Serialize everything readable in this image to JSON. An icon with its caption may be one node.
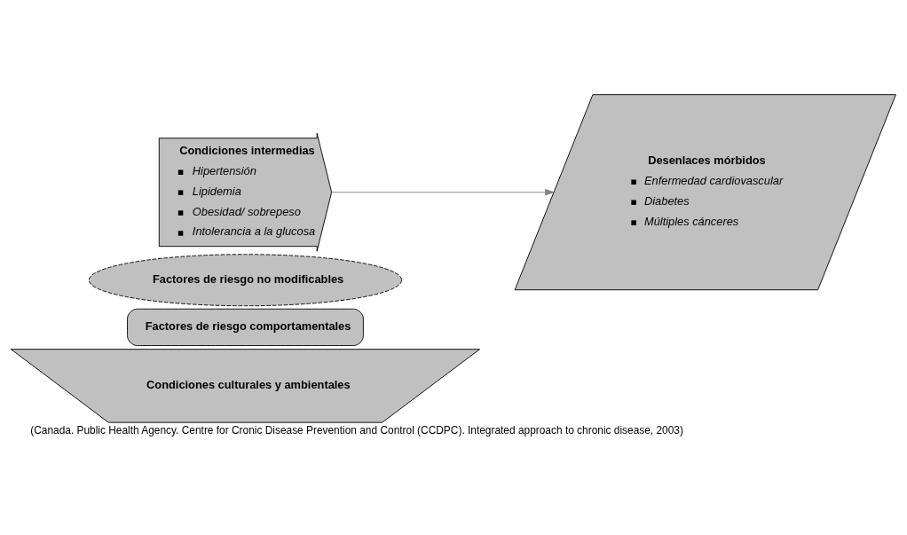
{
  "diagram": {
    "caption": "(Canada. Public Health Agency. Centre for Cronic Disease Prevention and Control (CCDPC). Integrated approach to chronic disease, 2003)",
    "nodes": [
      {
        "text": [
          "Condiciones culturales y ambientales"
        ]
      },
      {
        "text": [
          "Factores de riesgo comportamentales"
        ]
      },
      {
        "text": [
          "Factores de riesgo no modificables"
        ]
      },
      {
        "text": [
          "Condiciones intermedias",
          "Hipertensión",
          "Lipidemia",
          "Obesidad/ sobrepeso",
          "Intolerancia a la glucosa"
        ]
      },
      {
        "text": [
          "Desenlaces mórbidos",
          "Enfermedad cardiovascular",
          "Diabetes",
          "Múltiples cánceres"
        ]
      }
    ],
    "edges": [
      {
        "from": 3,
        "to": 4,
        "arrow": "to"
      }
    ]
  }
}
